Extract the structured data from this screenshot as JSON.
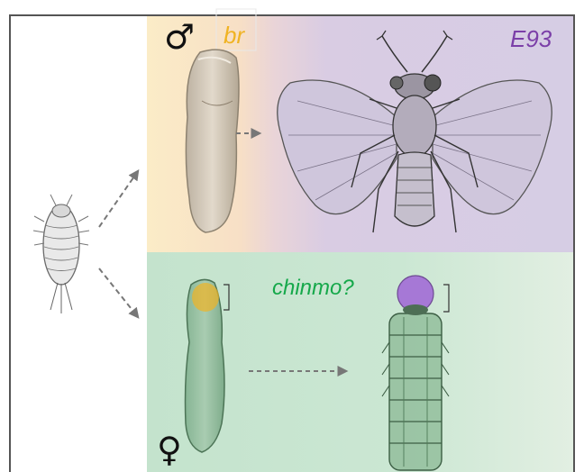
{
  "labels": {
    "male_symbol": "♂",
    "female_symbol": "♀",
    "male_gene": "br",
    "adult_gene": "E93",
    "female_gene": "chinmo?"
  },
  "colors": {
    "br": "#f0b323",
    "E93": "#7b3fa8",
    "chinmo": "#15a84a",
    "male_panel": "#d6cde4",
    "female_panel": "#c4e3cd"
  },
  "icons": [
    "larva-icon",
    "male-pupa-icon",
    "winged-male-adult-icon",
    "female-pupa-icon",
    "female-adult-icon"
  ]
}
